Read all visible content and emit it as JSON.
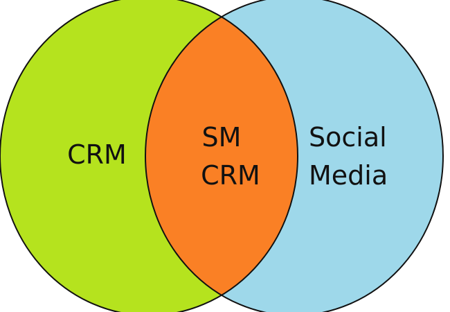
{
  "diagram": {
    "type": "venn",
    "sets": [
      {
        "id": "crm",
        "label": "CRM",
        "color": "#b5e31e"
      },
      {
        "id": "social",
        "label_lines": [
          "Social",
          "Media"
        ],
        "color": "#9ed8ea"
      }
    ],
    "intersection": {
      "label_lines": [
        "SM",
        "CRM"
      ],
      "color": "#fa8025"
    },
    "outline_color": "#111111"
  }
}
